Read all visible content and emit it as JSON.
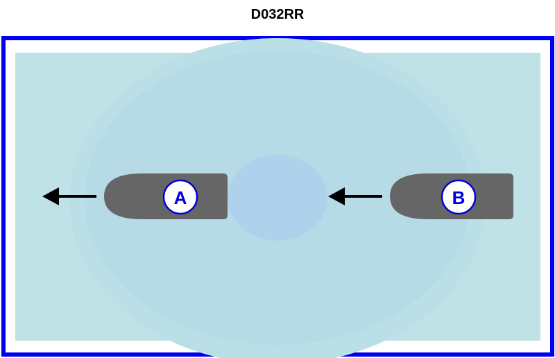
{
  "title": "D032RR",
  "colors": {
    "frame": "#0000ee",
    "water_outer": "#bee2e6",
    "water_mid": "#b6dbe7",
    "water_inner": "#aed2eb",
    "boat": "#666666",
    "label": "#0000dd",
    "arrow": "#000000"
  },
  "boats": [
    {
      "label": "A",
      "direction": "left"
    },
    {
      "label": "B",
      "direction": "left"
    }
  ]
}
